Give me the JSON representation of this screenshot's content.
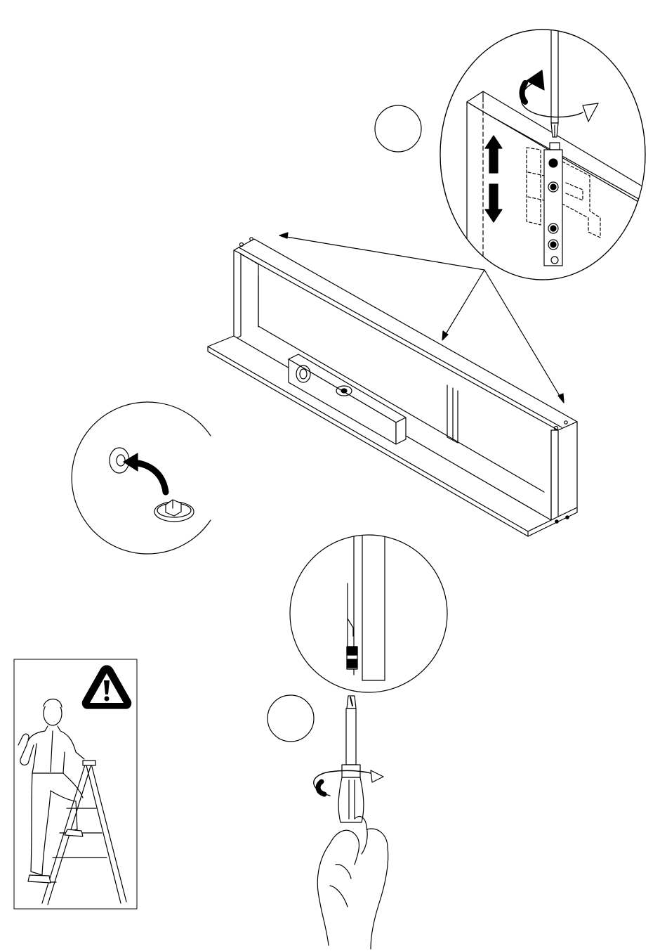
{
  "page": {
    "background": "#ffffff",
    "ink": "#000000"
  },
  "figures": [
    {
      "name": "wall-cabinet-with-spirit-level",
      "depicts": "cabinet-outline"
    },
    {
      "name": "hanging-fitting-detail",
      "depicts": "adjustment-detail"
    },
    {
      "name": "cover-cap-detail",
      "depicts": "cap-detail"
    },
    {
      "name": "bottom-screw-detail",
      "depicts": "screw-detail"
    },
    {
      "name": "screwdriver-hand",
      "depicts": "screwdriver"
    },
    {
      "name": "ladder-safety-warning",
      "depicts": "warning-person-on-ladder"
    }
  ],
  "icons": [
    "rotate-arrow-icon",
    "up-down-arrow-icon",
    "curved-arrow-icon",
    "warning-triangle-icon",
    "callout-circle-icon"
  ]
}
